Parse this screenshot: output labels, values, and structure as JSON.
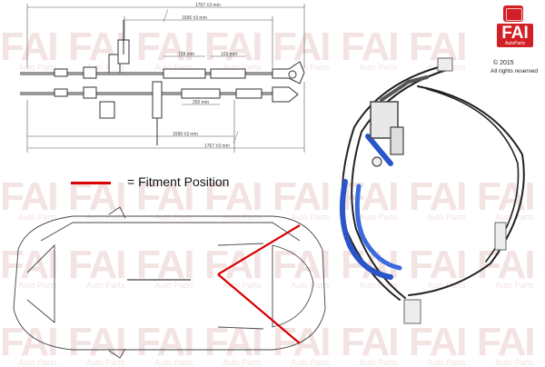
{
  "dimensions": {
    "overall_length_top": "1767 ±3 mm",
    "length_top_second": "1596 ±3 mm",
    "segment_a": "728 mm",
    "segment_b": "103 mm",
    "segment_c": "250 mm",
    "length_bottom_first": "1596 ±3 mm",
    "overall_length_bottom": "1767 ±3 mm"
  },
  "legend": {
    "label": "= Fitment Position",
    "color": "#d80000"
  },
  "brand": {
    "logo_text": "FAI",
    "logo_subtext": "AutoParts",
    "copyright": "© 2015",
    "rights": "All rights reserved",
    "accent_color": "#d32026"
  },
  "watermark": {
    "text": "FAI",
    "subtext": "Auto Parts"
  }
}
